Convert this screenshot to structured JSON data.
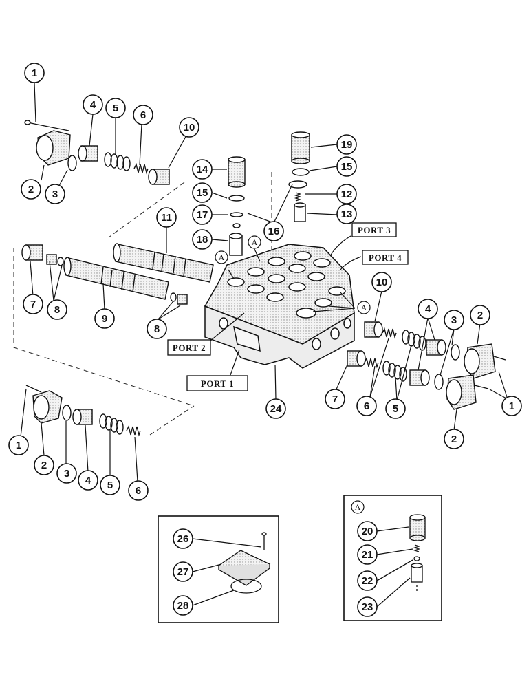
{
  "callouts": {
    "c1a": "1",
    "c2a": "2",
    "c3a": "3",
    "c4a": "4",
    "c5a": "5",
    "c6a": "6",
    "c10a": "10",
    "c7a": "7",
    "c8a": "8",
    "c9": "9",
    "c8b": "8",
    "c11": "11",
    "c14": "14",
    "c15a": "15",
    "c17": "17",
    "c18": "18",
    "c16": "16",
    "c19": "19",
    "c15b": "15",
    "c12": "12",
    "c13": "13",
    "c10b": "10",
    "c4b": "4",
    "c3b": "3",
    "c2b": "2",
    "c7b": "7",
    "c6b": "6",
    "c5b": "5",
    "c1b": "1",
    "c2c": "2",
    "c24": "24",
    "c1c": "1",
    "c2d": "2",
    "c3c": "3",
    "c4c": "4",
    "c5c": "5",
    "c6c": "6",
    "c26": "26",
    "c27": "27",
    "c28": "28",
    "c20": "20",
    "c21": "21",
    "c22": "22",
    "c23": "23"
  },
  "ports": {
    "port1": "PORT 1",
    "port2": "PORT 2",
    "port3": "PORT 3",
    "port4": "PORT 4"
  },
  "detail_marks": {
    "a1": "A",
    "a2": "A",
    "a3": "A",
    "a_inset": "A"
  }
}
